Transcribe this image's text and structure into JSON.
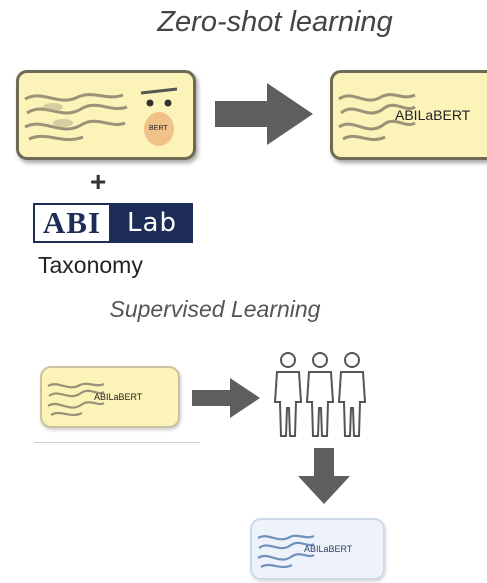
{
  "titles": {
    "zero_shot": "Zero-shot learning",
    "supervised": "Supervised Learning"
  },
  "zero_shot": {
    "base_model_label": "BERT",
    "result_model_label": "ABILaBERT",
    "plus": "+",
    "logo": {
      "left": "ABI",
      "right": "Lab"
    },
    "taxonomy_label": "Taxonomy"
  },
  "supervised": {
    "input_model_label": "ABILaBERT",
    "output_model_label": "ABILaBERT"
  },
  "colors": {
    "card_yellow": "#fbf3b8",
    "card_blue": "#eef3fb",
    "arrow": "#5e5e5e",
    "logo_navy": "#1e2d57",
    "bert_face": "#f1c18a"
  }
}
